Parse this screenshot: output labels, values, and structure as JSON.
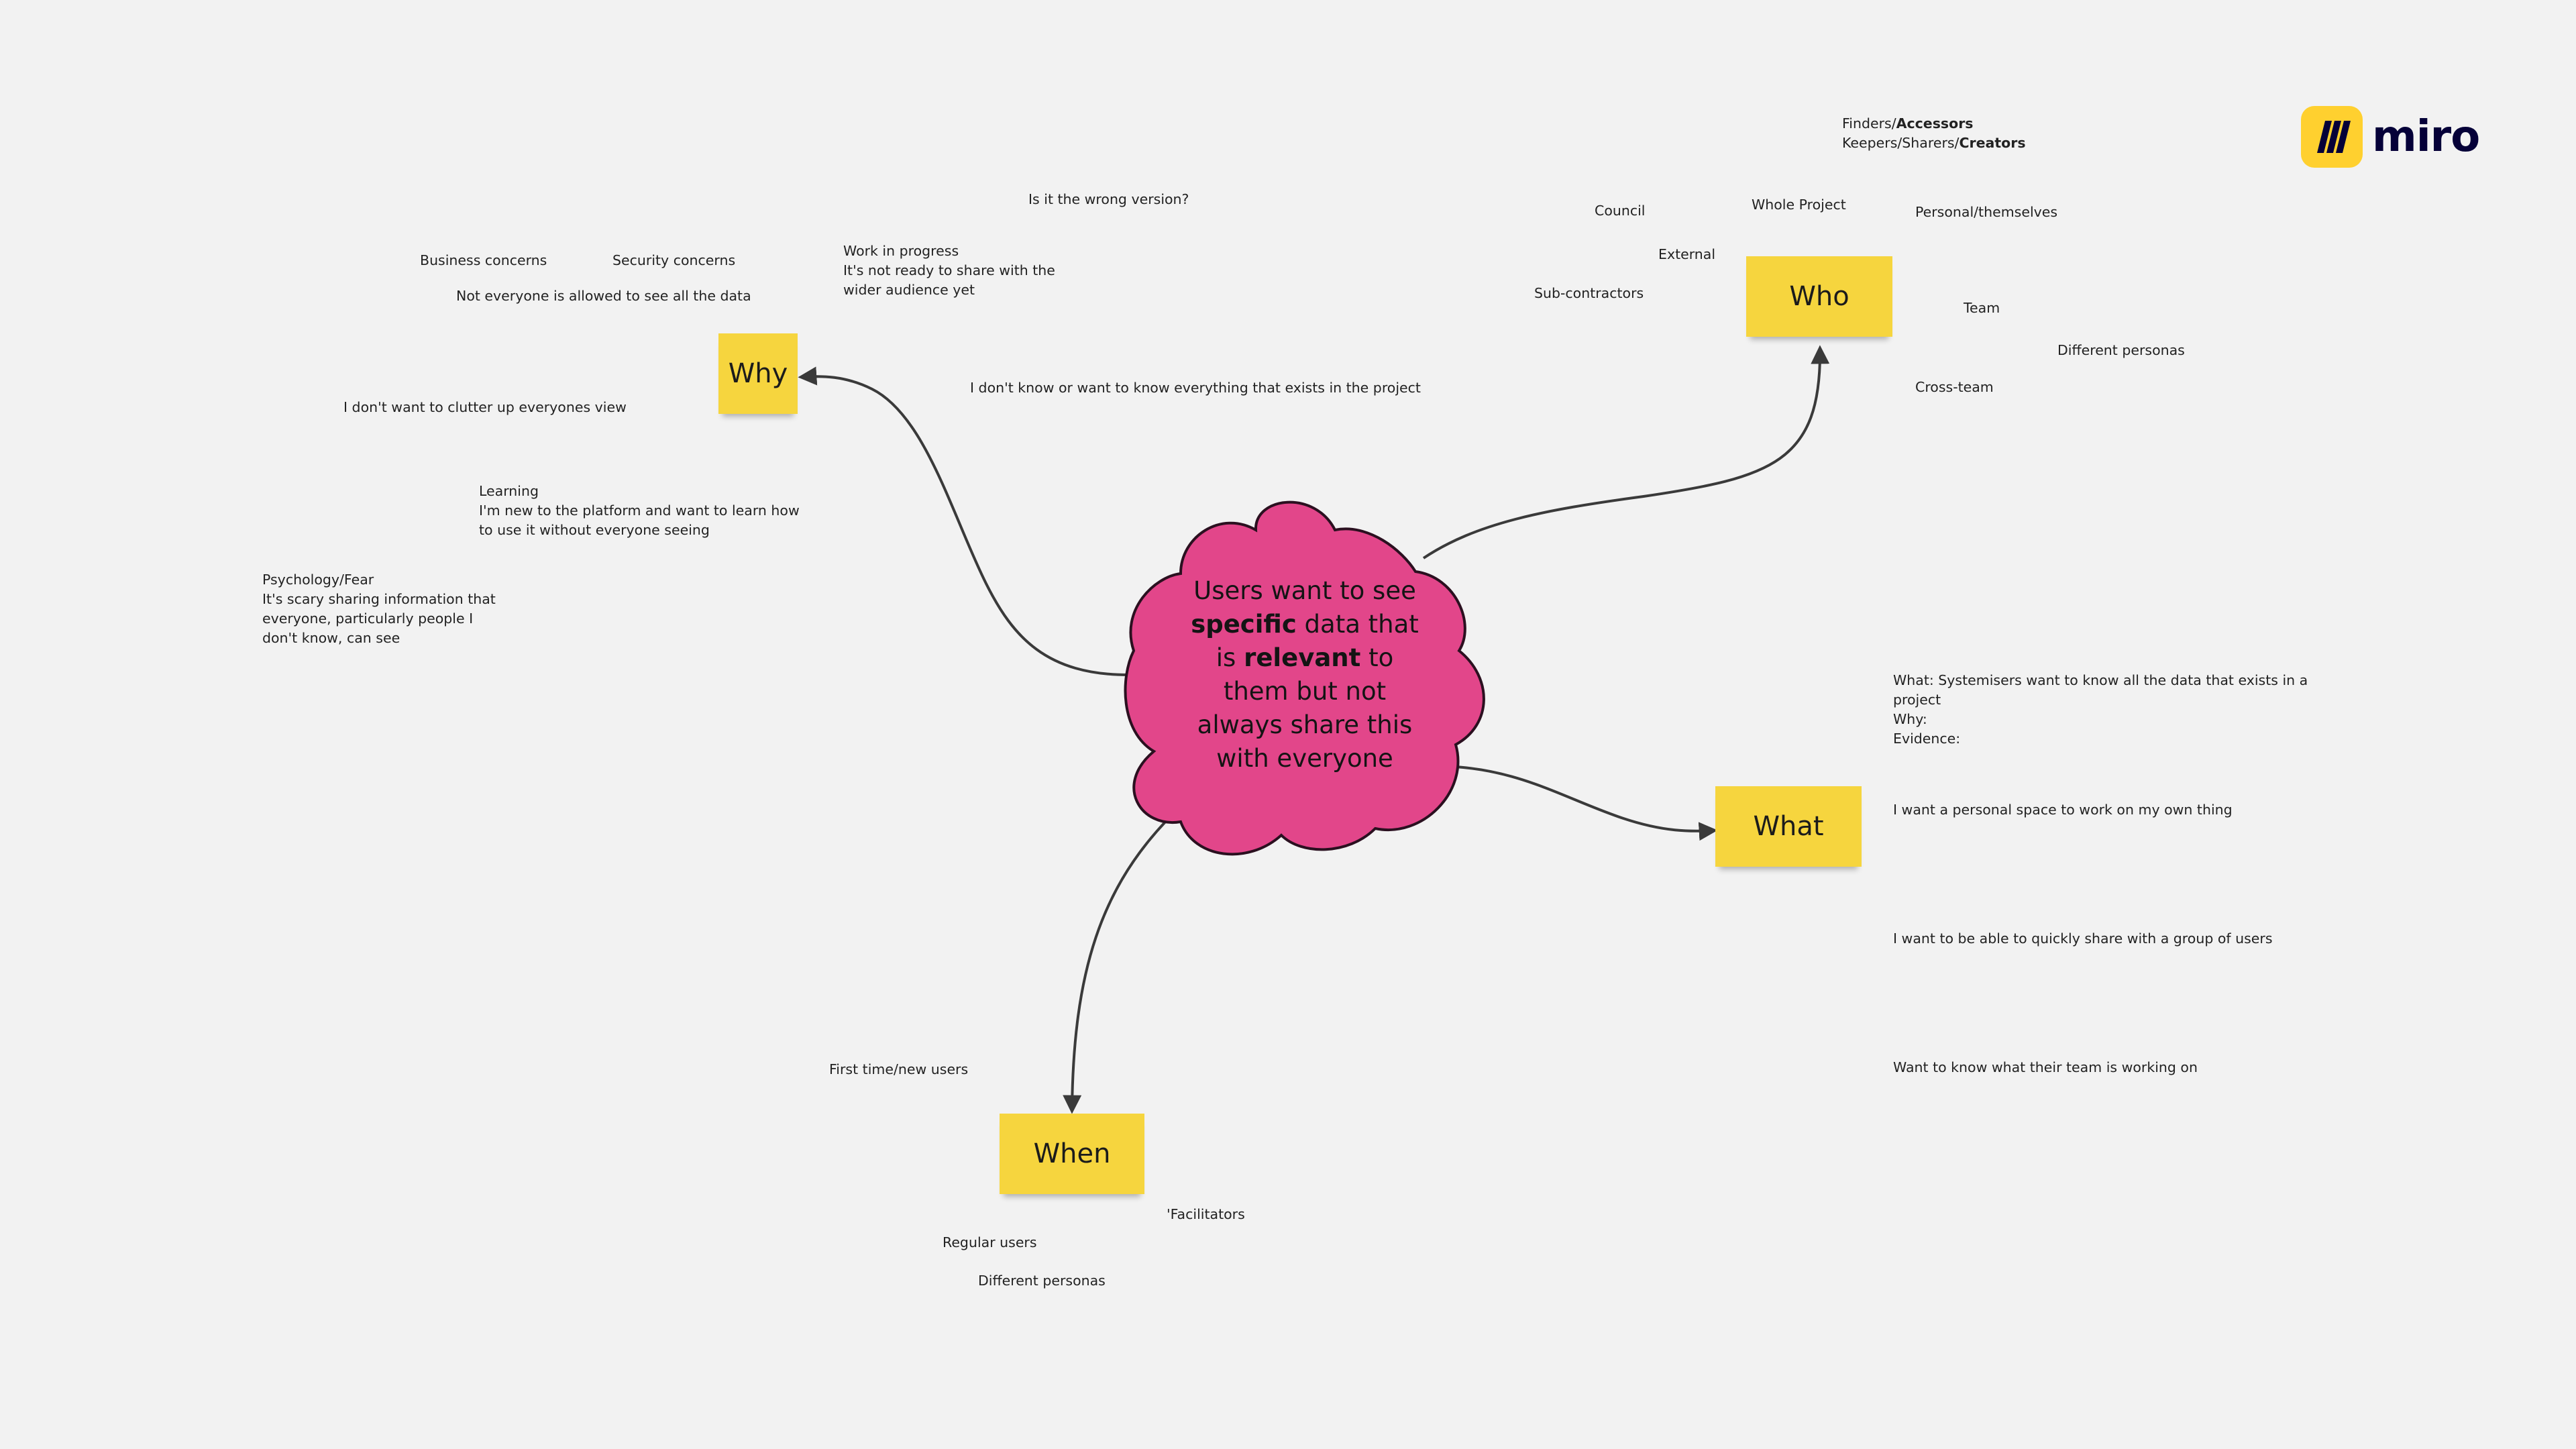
{
  "logo": {
    "text": "miro",
    "mark_color": "#ffd02f"
  },
  "central": {
    "parts": [
      "Users want to see ",
      "specific",
      " data that is ",
      "relevant",
      " to them but not always share this with everyone"
    ],
    "fill_color": "#e2468a"
  },
  "stickies": {
    "why": "Why",
    "who": "Who",
    "what": "What",
    "when": "When",
    "color": "#f6d53e"
  },
  "why_notes": {
    "business": "Business concerns",
    "security": "Security concerns",
    "not_allowed": "Not everyone is allowed to see all the data",
    "clutter": "I don't want to clutter up everyones view",
    "learning": [
      "Learning",
      "I'm new to the platform and want to learn how",
      "to use it without everyone seeing"
    ],
    "psychology": [
      "Psychology/Fear",
      "It's scary sharing information that",
      "everyone, particularly people I",
      "don't know, can see"
    ],
    "wip": [
      "Work in progress",
      "It's not ready to share with the",
      "wider audience yet"
    ],
    "wrong_version": "Is it the wrong version?",
    "dont_know": "I don't know or want to know everything that exists in the project"
  },
  "who_notes": {
    "roles_1": {
      "prefix": "Finders/",
      "bold": "Accessors"
    },
    "roles_2": {
      "prefix": "Keepers/Sharers/",
      "bold": "Creators"
    },
    "council": "Council",
    "whole_project": "Whole Project",
    "personal": "Personal/themselves",
    "external": "External",
    "sub_contractors": "Sub-contractors",
    "team": "Team",
    "different_personas": "Different personas",
    "cross_team": "Cross-team"
  },
  "what_notes": {
    "summary": [
      "What: Systemisers want to know all the data that exists in a",
      "project",
      "Why:",
      "Evidence:"
    ],
    "personal_space": "I want a personal space to work on my own thing",
    "share_group": "I want to be able to quickly share with a group of users",
    "team_working": "Want to know what their team is working on"
  },
  "when_notes": {
    "first_time": "First time/new users",
    "facilitators": "'Facilitators",
    "regular": "Regular users",
    "different_personas": "Different personas"
  }
}
